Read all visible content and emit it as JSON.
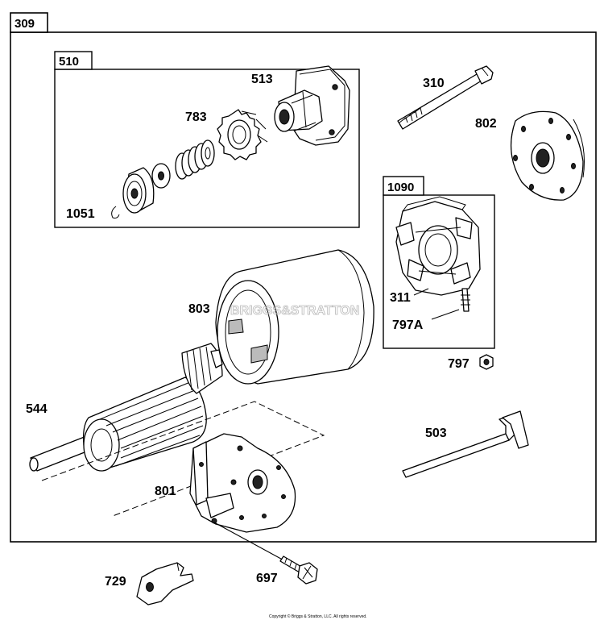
{
  "diagram": {
    "outer_box_label": "309",
    "labels": {
      "l513": "513",
      "l783": "783",
      "l1051": "1051",
      "l310": "310",
      "l802": "802",
      "l311": "311",
      "l797A": "797A",
      "l797": "797",
      "l803": "803",
      "l544": "544",
      "l503": "503",
      "l801": "801",
      "l729": "729",
      "l697": "697"
    },
    "subbox_510": {
      "label": "510"
    },
    "subbox_1090": {
      "label": "1090"
    },
    "watermark": "BRIGGS&STRATTON",
    "copyright": "Copyright © Briggs & Stratton, LLC. All rights reserved."
  }
}
